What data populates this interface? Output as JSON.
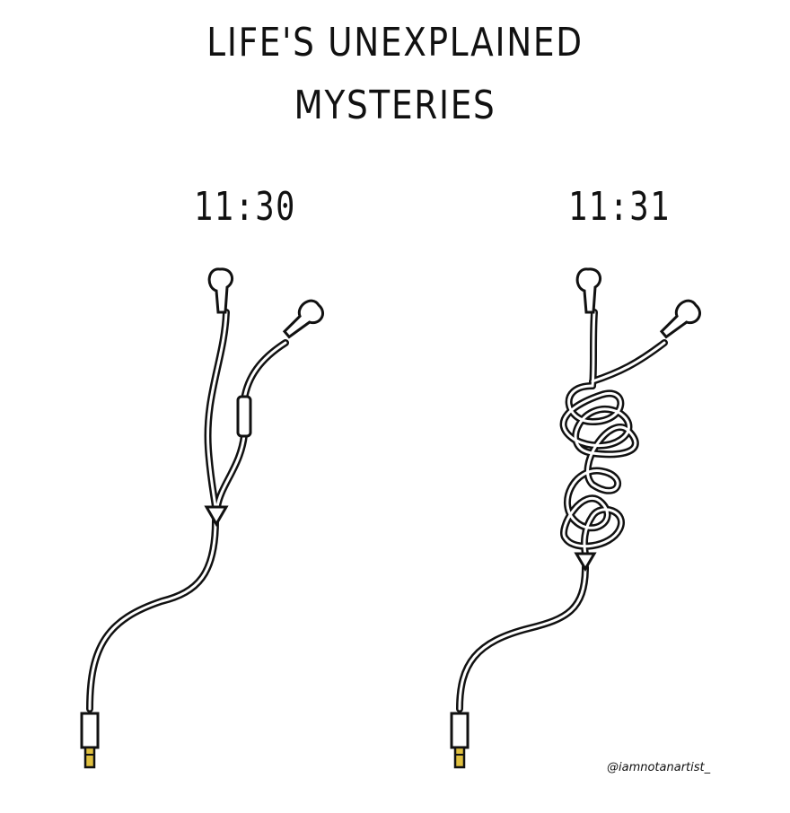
{
  "title": {
    "line1": "LIFE'S UNEXPLAINED",
    "line2": "MYSTERIES"
  },
  "panels": [
    {
      "time": "11:30",
      "state": "untangled earphones"
    },
    {
      "time": "11:31",
      "state": "tangled earphones"
    }
  ],
  "signature": "@iamnotanartist_",
  "colors": {
    "ink": "#111111",
    "background": "#ffffff",
    "plug_tip": "#e0c040"
  }
}
